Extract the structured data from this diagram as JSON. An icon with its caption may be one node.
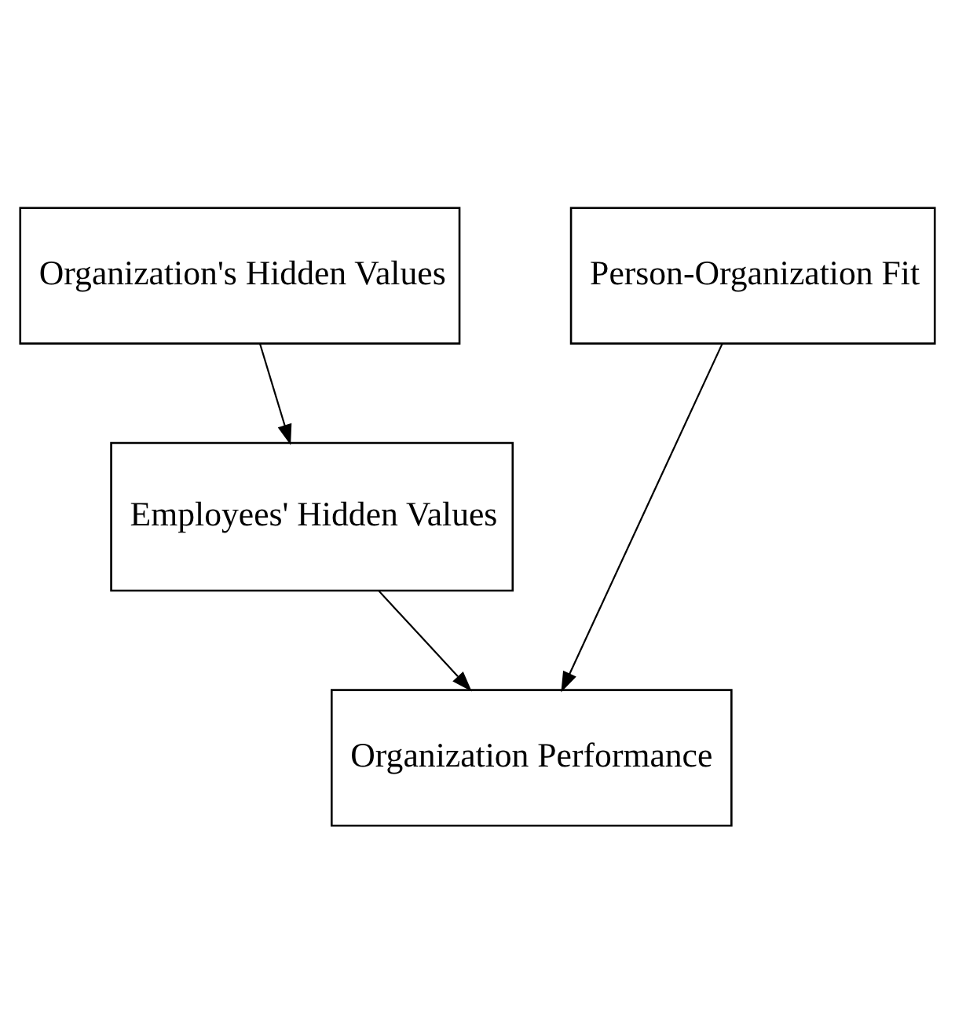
{
  "diagram": {
    "nodes": [
      {
        "text": [
          "Organization's Hidden Values"
        ]
      },
      {
        "text": [
          "Person-Organization Fit"
        ]
      },
      {
        "text": [
          "Employees' Hidden Values"
        ]
      },
      {
        "text": [
          "Organization Performance"
        ]
      }
    ],
    "edges": [
      {
        "from": 0,
        "to": 2,
        "arrow": "to"
      },
      {
        "from": 2,
        "to": 3,
        "arrow": "to"
      },
      {
        "from": 1,
        "to": 3,
        "arrow": "to"
      }
    ]
  }
}
